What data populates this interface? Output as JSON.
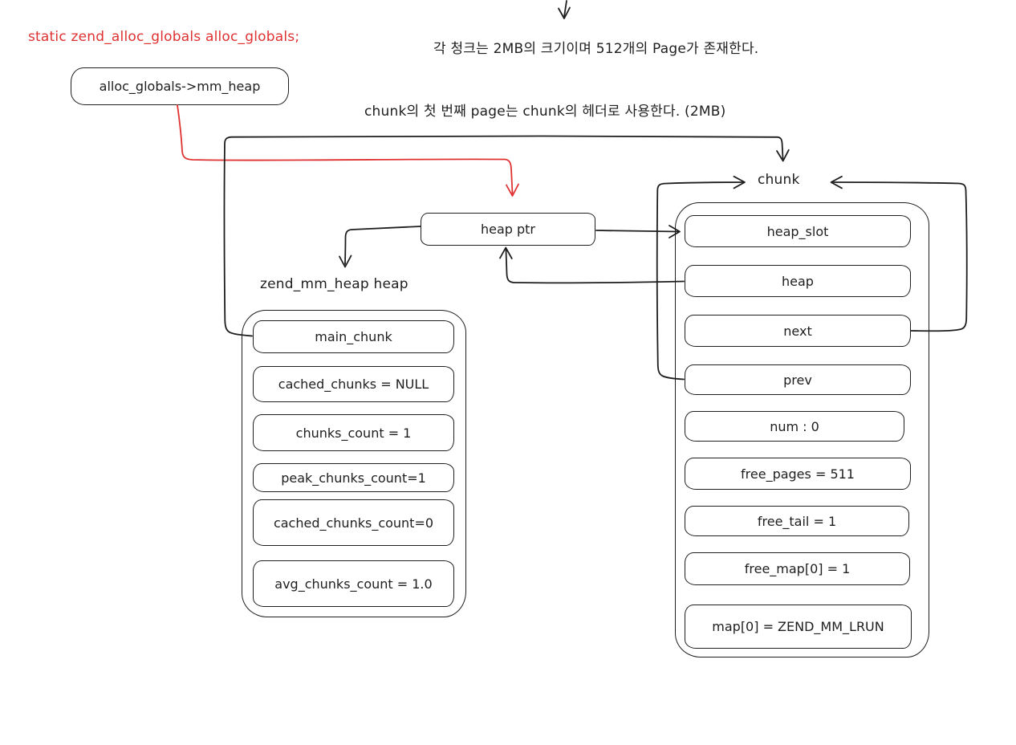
{
  "colors": {
    "ink": "#1e1e1e",
    "accent_red": "#e03131",
    "background": "#ffffff"
  },
  "annotations": {
    "static_declaration": "static zend_alloc_globals alloc_globals;",
    "chunk_size_note": "각 청크는 2MB의 크기이며 512개의 Page가 존재한다.",
    "first_page_note": "chunk의 첫 번째 page는 chunk의 헤더로 사용한다. (2MB)",
    "heap_struct_title": "zend_mm_heap heap",
    "chunk_title": "chunk"
  },
  "nodes": {
    "alloc_globals": {
      "label": "alloc_globals->mm_heap"
    },
    "heap_ptr": {
      "label": "heap ptr"
    }
  },
  "zend_mm_heap": {
    "fields": [
      {
        "label": "main_chunk"
      },
      {
        "label": "cached_chunks = NULL"
      },
      {
        "label": "chunks_count = 1"
      },
      {
        "label": "peak_chunks_count=1"
      },
      {
        "label": "cached_chunks_count=0"
      },
      {
        "label": "avg_chunks_count = 1.0"
      }
    ]
  },
  "chunk": {
    "fields": [
      {
        "label": "heap_slot"
      },
      {
        "label": "heap"
      },
      {
        "label": "next"
      },
      {
        "label": "prev"
      },
      {
        "label": "num : 0"
      },
      {
        "label": "free_pages = 511"
      },
      {
        "label": "free_tail = 1"
      },
      {
        "label": "free_map[0] = 1"
      },
      {
        "label": "map[0] = ZEND_MM_LRUN"
      }
    ]
  }
}
